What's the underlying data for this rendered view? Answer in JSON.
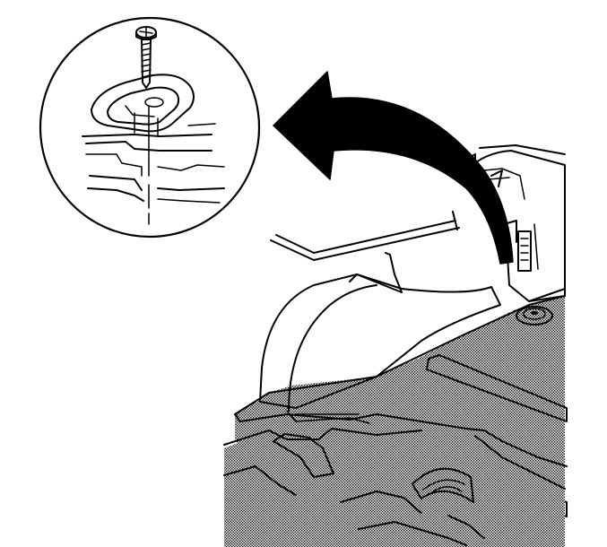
{
  "colors": {
    "line": "#000000",
    "background": "#ffffff",
    "shade": "#8a8a8a"
  },
  "diagram": {
    "callouts": [],
    "elements": [
      "detail-inset-circle",
      "mounting-screw",
      "retainer-bracket",
      "direction-arrow",
      "cargo-floor",
      "wheelhouse",
      "side-panel",
      "floor-fastener"
    ]
  }
}
